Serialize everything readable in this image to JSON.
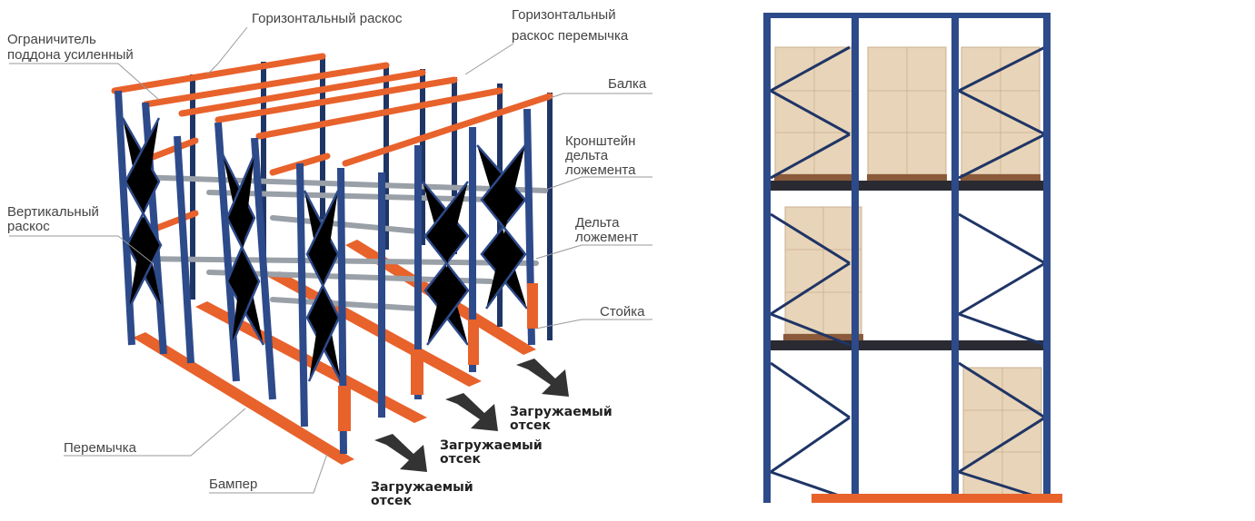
{
  "colors": {
    "upright": "#2d4a8a",
    "upright_dark": "#1f3566",
    "beam_orange": "#e8622c",
    "rail_grey": "#9aa0a8",
    "pallet_box": "#e8d4b8",
    "pallet_box_edge": "#c9b090",
    "pallet_wood": "#8a5a3a",
    "arrow": "#333333",
    "leader_line": "#999999",
    "label_text": "#444444"
  },
  "labels": {
    "horizontal_brace": "Горизонтальный раскос",
    "horizontal_brace_link_1": "Горизонтальный",
    "horizontal_brace_link_2": "раскос перемычка",
    "pallet_stop_1": "Ограничитель",
    "pallet_stop_2": "поддона усиленный",
    "beam": "Балка",
    "bracket_1": "Кронштейн",
    "bracket_2": "дельта",
    "bracket_3": "ложемента",
    "vertical_brace_1": "Вертикальный",
    "vertical_brace_2": "раскос",
    "delta_rail_1": "Дельта",
    "delta_rail_2": "ложемент",
    "upright": "Стойка",
    "link_beam": "Перемычка",
    "bumper": "Бампер"
  },
  "bays": [
    {
      "line1": "Загружаемый",
      "line2": "отсек"
    },
    {
      "line1": "Загружаемый",
      "line2": "отсек"
    },
    {
      "line1": "Загружаемый",
      "line2": "отсек"
    }
  ]
}
